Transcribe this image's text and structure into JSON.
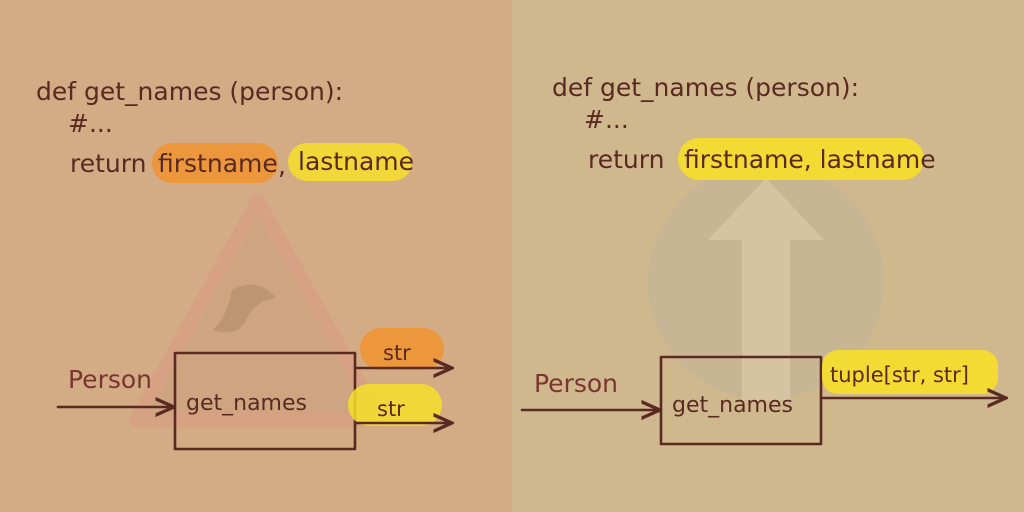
{
  "left_panel": {
    "code": {
      "line1": "def  get_names (person):",
      "line2": "#...",
      "line3_keyword": "return",
      "line3_first": "firstname",
      "line3_comma": ",",
      "line3_last": "lastname"
    },
    "input_label": "Person",
    "function_box": "get_names",
    "output_types": [
      "str",
      "str"
    ]
  },
  "right_panel": {
    "code": {
      "line1": "def  get_names (person):",
      "line2": "#...",
      "line3_keyword": "return",
      "line3_values": "firstname, lastname"
    },
    "input_label": "Person",
    "function_box": "get_names",
    "output_type": "tuple[str, str]"
  },
  "colors": {
    "left_background": "#d3ab85",
    "right_background": "#cfb88e",
    "ink": "#5a2a22",
    "orange_highlight": "#f0932e",
    "yellow_highlight": "#f6df2a"
  },
  "icons": {
    "left_watermark": "warning-triangle-icon",
    "right_watermark": "up-arrow-circle-icon"
  }
}
